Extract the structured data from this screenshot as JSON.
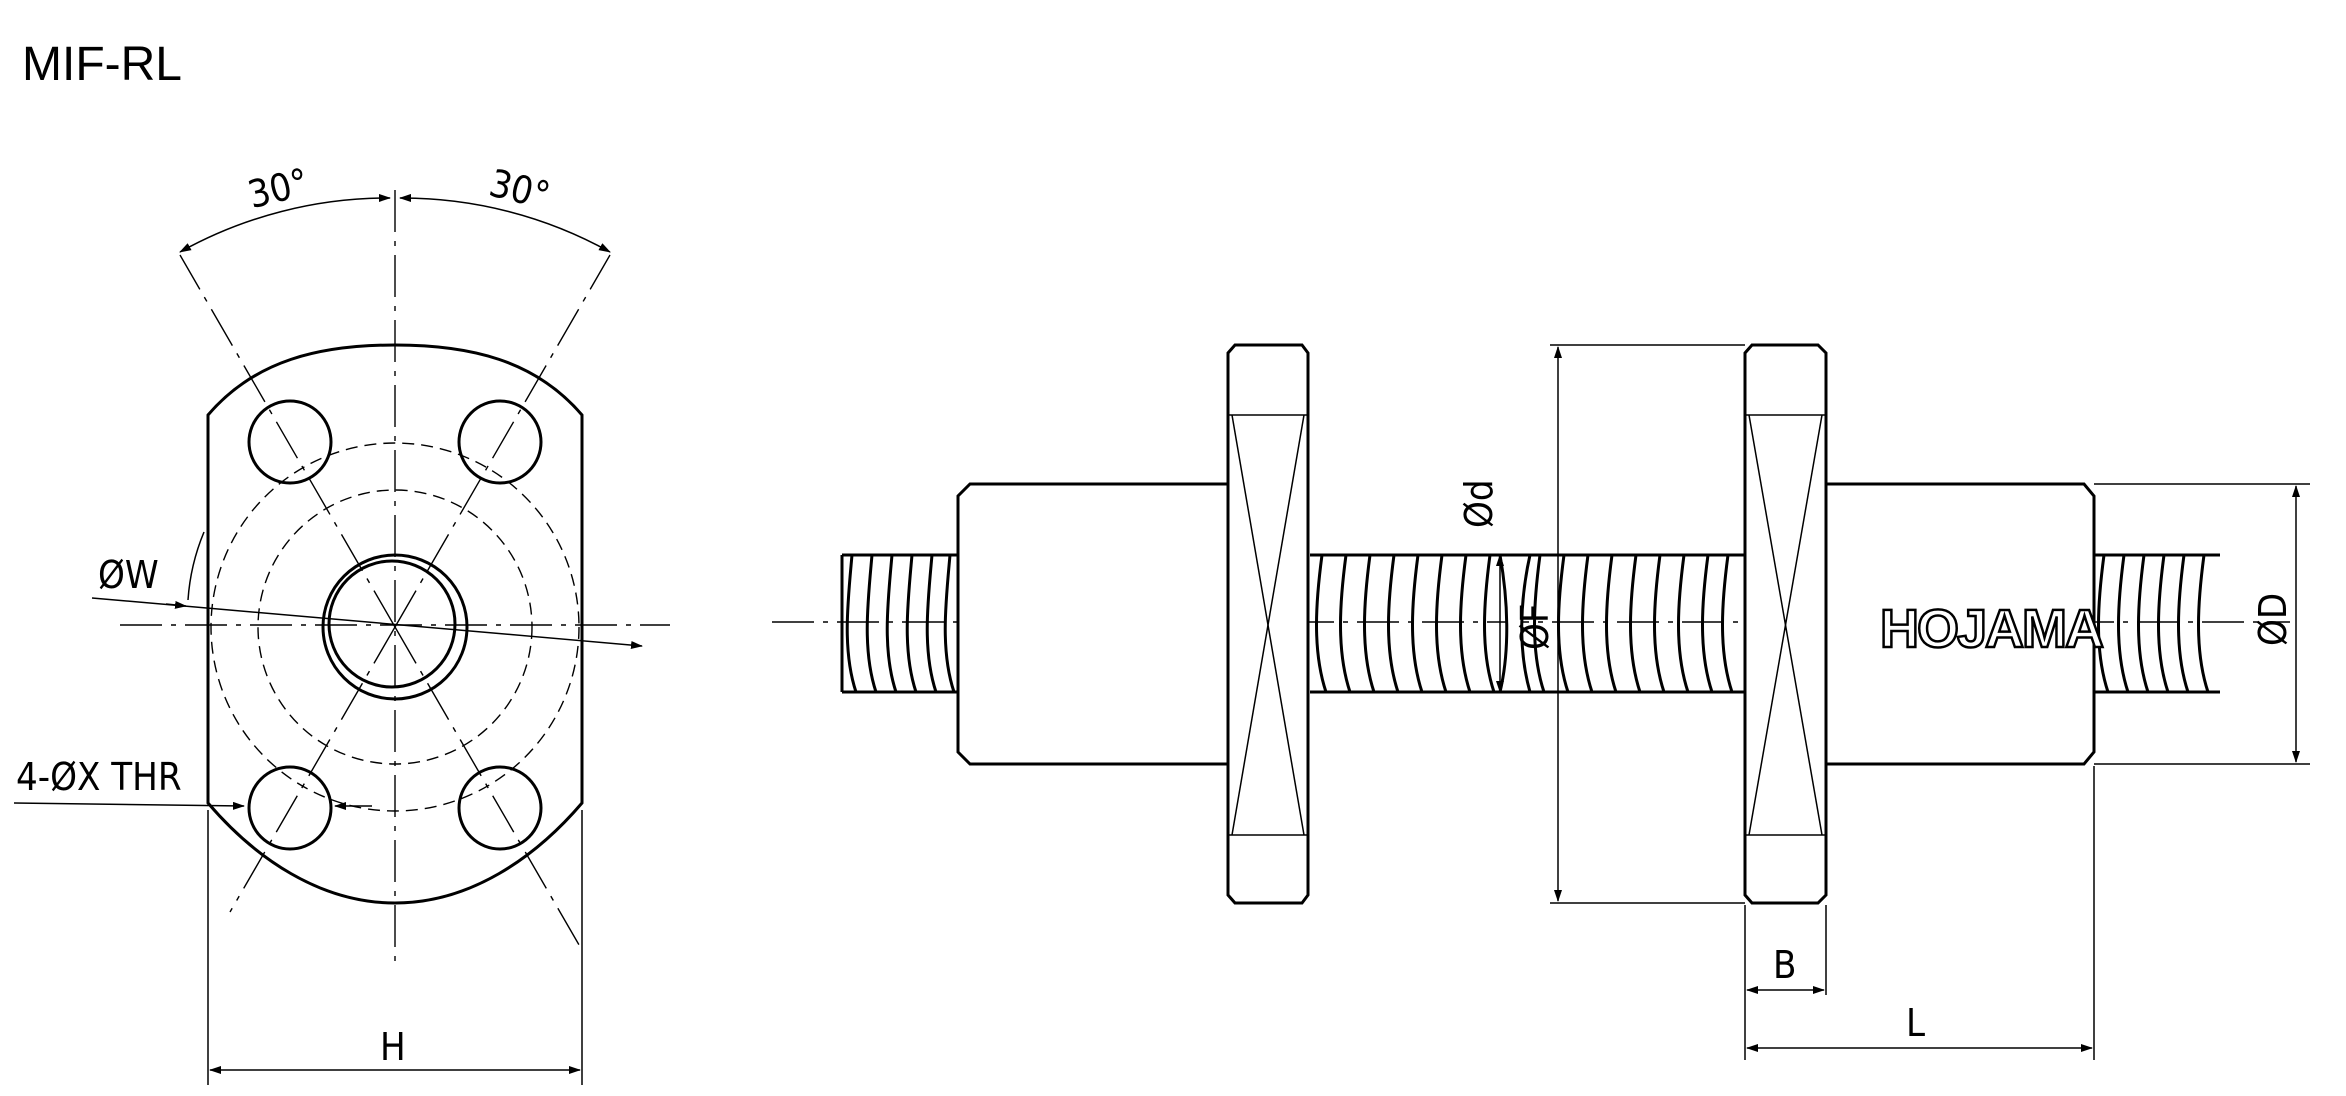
{
  "title": "MIF-RL",
  "front_view": {
    "angle_left": "30°",
    "angle_right": "30°",
    "label_w": "ØW",
    "label_thread": "4-ØX THR",
    "label_h": "H"
  },
  "side_view": {
    "label_d": "Ød",
    "label_f": "ØF",
    "label_big_d": "ØD",
    "label_b": "B",
    "label_l": "L",
    "brand": "HOJAMA"
  }
}
